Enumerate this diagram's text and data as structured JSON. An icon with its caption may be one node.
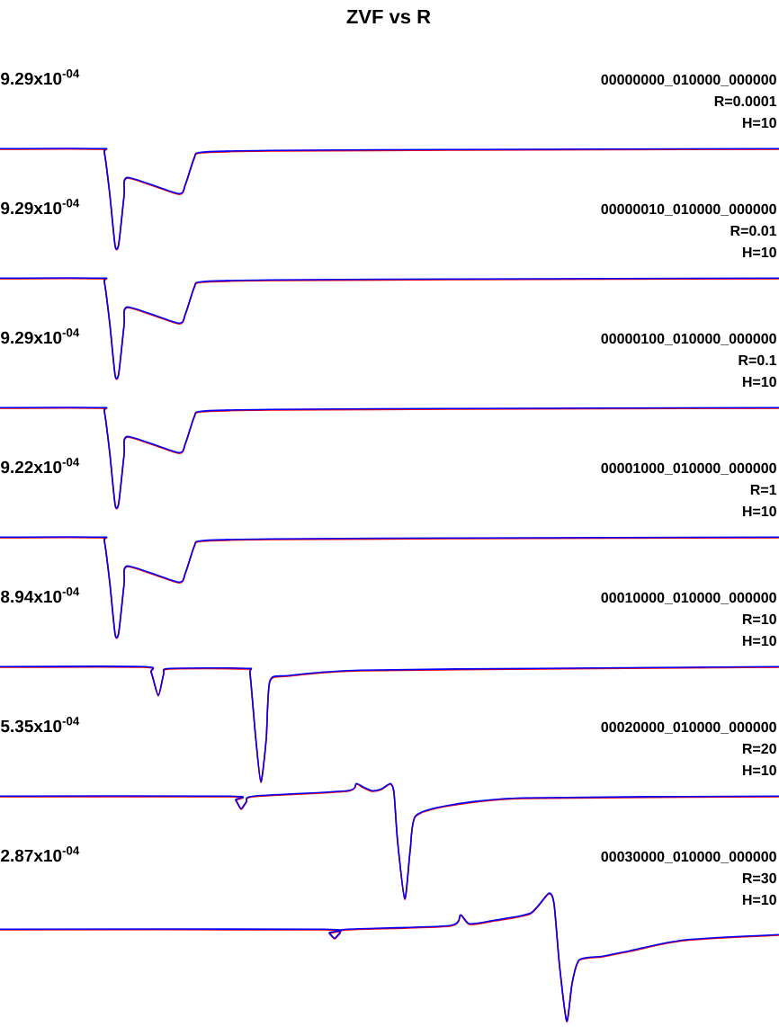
{
  "diagram": {
    "title": "ZVF vs R",
    "labels": [
      "9.29x10$^{-04}$",
      "00000000_010000_000000",
      "R=0.0001",
      "H=10",
      "9.29x10$^{-04}$",
      "00000010_010000_000000",
      "R=0.01",
      "H=10",
      "9.29x10$^{-04}$",
      "00000100_010000_000000",
      "R=0.1",
      "H=10",
      "9.22x10$^{-04}$",
      "00001000_010000_000000",
      "R=1",
      "H=10",
      "8.94x10$^{-04}$",
      "00010000_010000_000000",
      "R=10",
      "H=10",
      "5.35x10$^{-04}$",
      "00020000_010000_000000",
      "R=20",
      "H=10",
      "2.87x10$^{-04}$",
      "00030000_010000_000000",
      "R=30",
      "H=10"
    ]
  }
}
